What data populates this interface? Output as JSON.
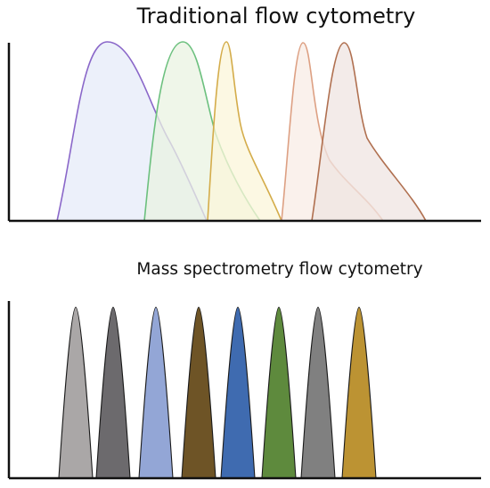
{
  "panels": {
    "top": {
      "title": "Traditional flow cytometry"
    },
    "bottom": {
      "title": "Mass spectrometry flow cytometry"
    }
  },
  "top_peaks": [
    {
      "name": "purple",
      "stroke": "#8a67c9",
      "fill": "#e6ebf8"
    },
    {
      "name": "green",
      "stroke": "#6cc07e",
      "fill": "#eaf3e2"
    },
    {
      "name": "yellow",
      "stroke": "#d4ac4a",
      "fill": "#fbf5da"
    },
    {
      "name": "salmon",
      "stroke": "#dda083",
      "fill": "#f8ece6"
    },
    {
      "name": "brown",
      "stroke": "#b07050",
      "fill": "#efe4e2"
    }
  ],
  "bottom_peaks": [
    {
      "name": "light-gray",
      "color": "#aaa7a7"
    },
    {
      "name": "dark-gray",
      "color": "#6c6a6d"
    },
    {
      "name": "periwinkle",
      "color": "#93a6d6"
    },
    {
      "name": "brown",
      "color": "#6e5426"
    },
    {
      "name": "blue",
      "color": "#3f6bb0"
    },
    {
      "name": "green",
      "color": "#5e8a3d"
    },
    {
      "name": "gray",
      "color": "#808080"
    },
    {
      "name": "gold",
      "color": "#bc9333"
    }
  ]
}
